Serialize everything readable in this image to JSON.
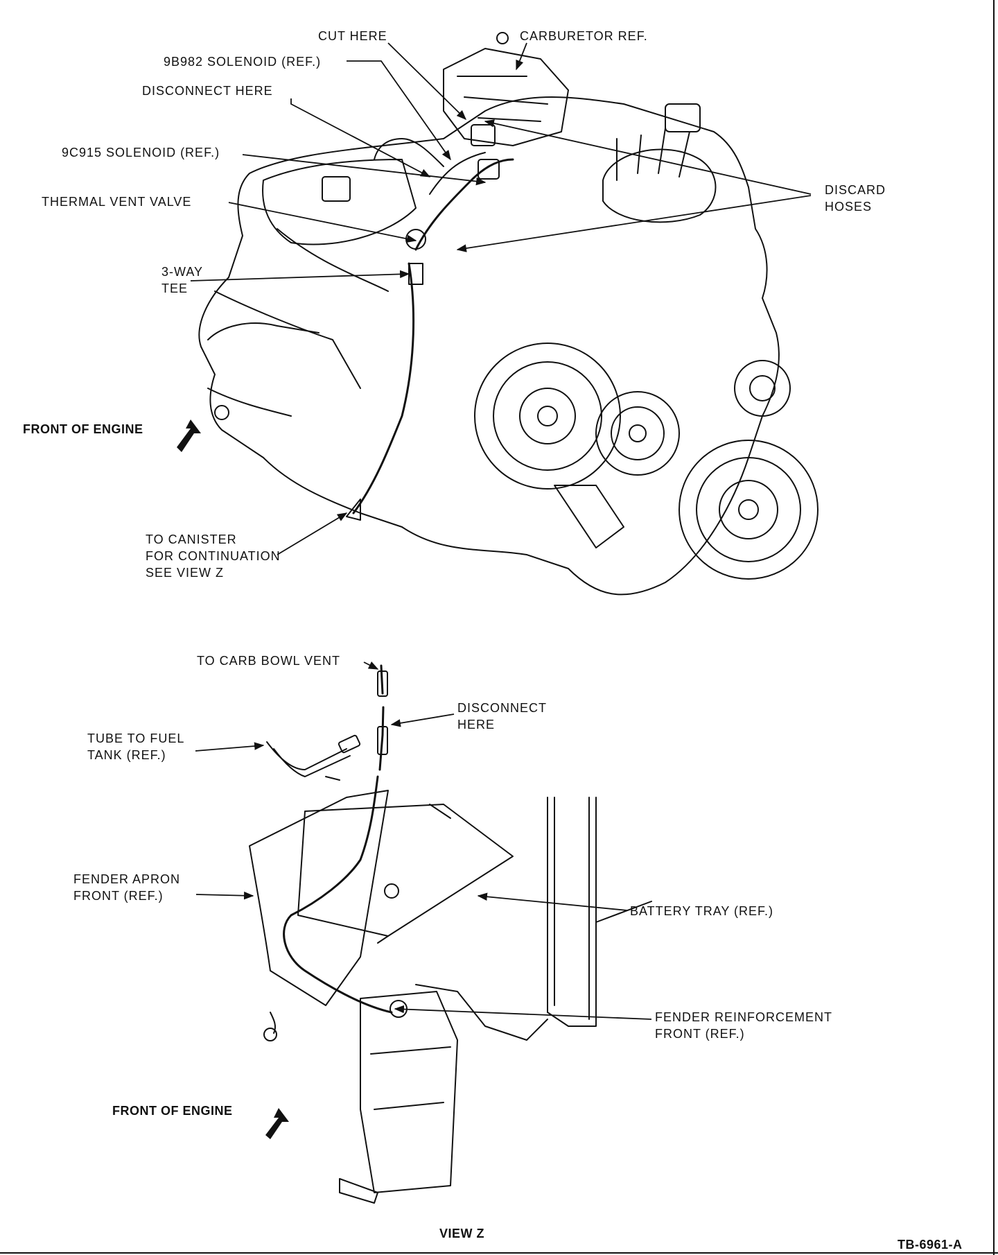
{
  "labels": {
    "cut_here": "CUT HERE",
    "carburetor_ref": "CARBURETOR REF.",
    "solenoid_9b982": "9B982 SOLENOID (REF.)",
    "disconnect_here_top": "DISCONNECT HERE",
    "solenoid_9c915": "9C915 SOLENOID (REF.)",
    "thermal_vent_valve": "THERMAL VENT VALVE",
    "discard_hoses": "DISCARD\nHOSES",
    "three_way_tee": "3-WAY\nTEE",
    "front_of_engine_top": "FRONT OF ENGINE",
    "to_canister": "TO CANISTER\nFOR CONTINUATION\nSEE VIEW Z",
    "to_carb_bowl_vent": "TO CARB BOWL VENT",
    "disconnect_here_bottom": "DISCONNECT\nHERE",
    "tube_to_fuel_tank": "TUBE TO FUEL\nTANK (REF.)",
    "fender_apron": "FENDER APRON\nFRONT (REF.)",
    "battery_tray": "BATTERY TRAY (REF.)",
    "fender_reinforcement": "FENDER REINFORCEMENT\nFRONT (REF.)",
    "front_of_engine_bottom": "FRONT OF ENGINE",
    "view_z": "VIEW Z",
    "figure_id": "TB-6961-A"
  }
}
